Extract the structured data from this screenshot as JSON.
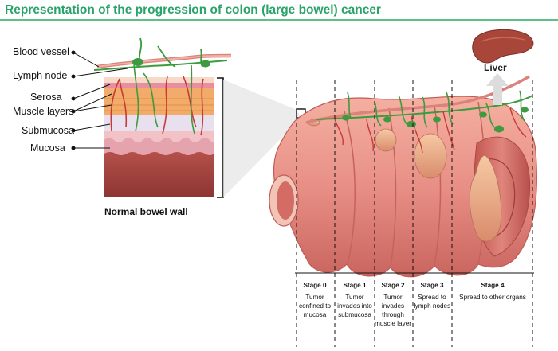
{
  "title": "Representation of the progression of colon (large bowel) cancer",
  "labels": {
    "blood_vessel": "Blood vessel",
    "lymph_node": "Lymph node",
    "serosa": "Serosa",
    "muscle_layers": "Muscle layers",
    "submucosa": "Submucosa",
    "mucosa": "Mucosa"
  },
  "caption": "Normal bowel wall",
  "liver": "Liver",
  "stages": [
    {
      "name": "Stage 0",
      "desc": "Tumor confined to mucosa"
    },
    {
      "name": "Stage 1",
      "desc": "Tumor invades into submucosa"
    },
    {
      "name": "Stage 2",
      "desc": "Tumor invades through muscle layer"
    },
    {
      "name": "Stage 3",
      "desc": "Spread to lymph nodes"
    },
    {
      "name": "Stage 4",
      "desc": "Spread to other organs"
    }
  ],
  "colors": {
    "title": "#2aa36a",
    "tissue_pink": "#e8908a",
    "vessel_green": "#3d9a3e",
    "liver": "#a8463a"
  }
}
